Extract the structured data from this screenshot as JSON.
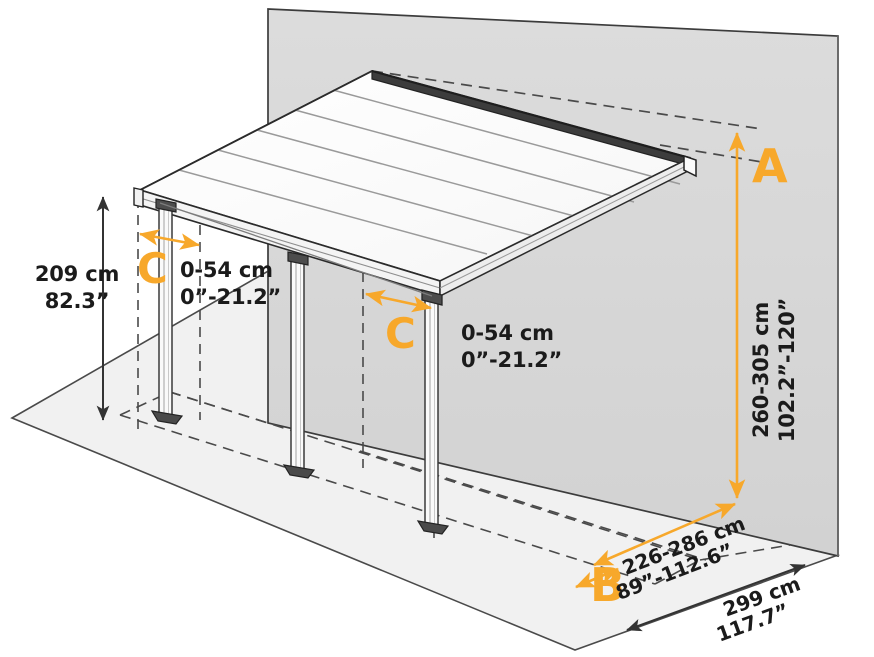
{
  "diagram": {
    "title": "Patio cover dimension diagram",
    "colors": {
      "accent_orange": "#F7A82B",
      "wall_fill": "#d9d9d9",
      "ground_fill": "#f1f1f1",
      "roof_fill": "#ffffff",
      "line_dark": "#2b2b2b",
      "text_dark": "#1b1b1b"
    },
    "markers": {
      "a": "A",
      "b": "B",
      "c1": "C",
      "c2": "C"
    },
    "dimensions": {
      "height_front_cm": "209 cm",
      "height_front_in": "82.3”",
      "offset_left_cm": "0-54 cm",
      "offset_left_in": "0”-21.2”",
      "offset_right_cm": "0-54 cm",
      "offset_right_in": "0”-21.2”",
      "height_wall_cm": "260-305 cm",
      "height_wall_in": "102.2”-120”",
      "projection_cm": "226-286 cm",
      "projection_in": "89”-112.6”",
      "width_cm": "299 cm",
      "width_in": "117.7”"
    }
  }
}
